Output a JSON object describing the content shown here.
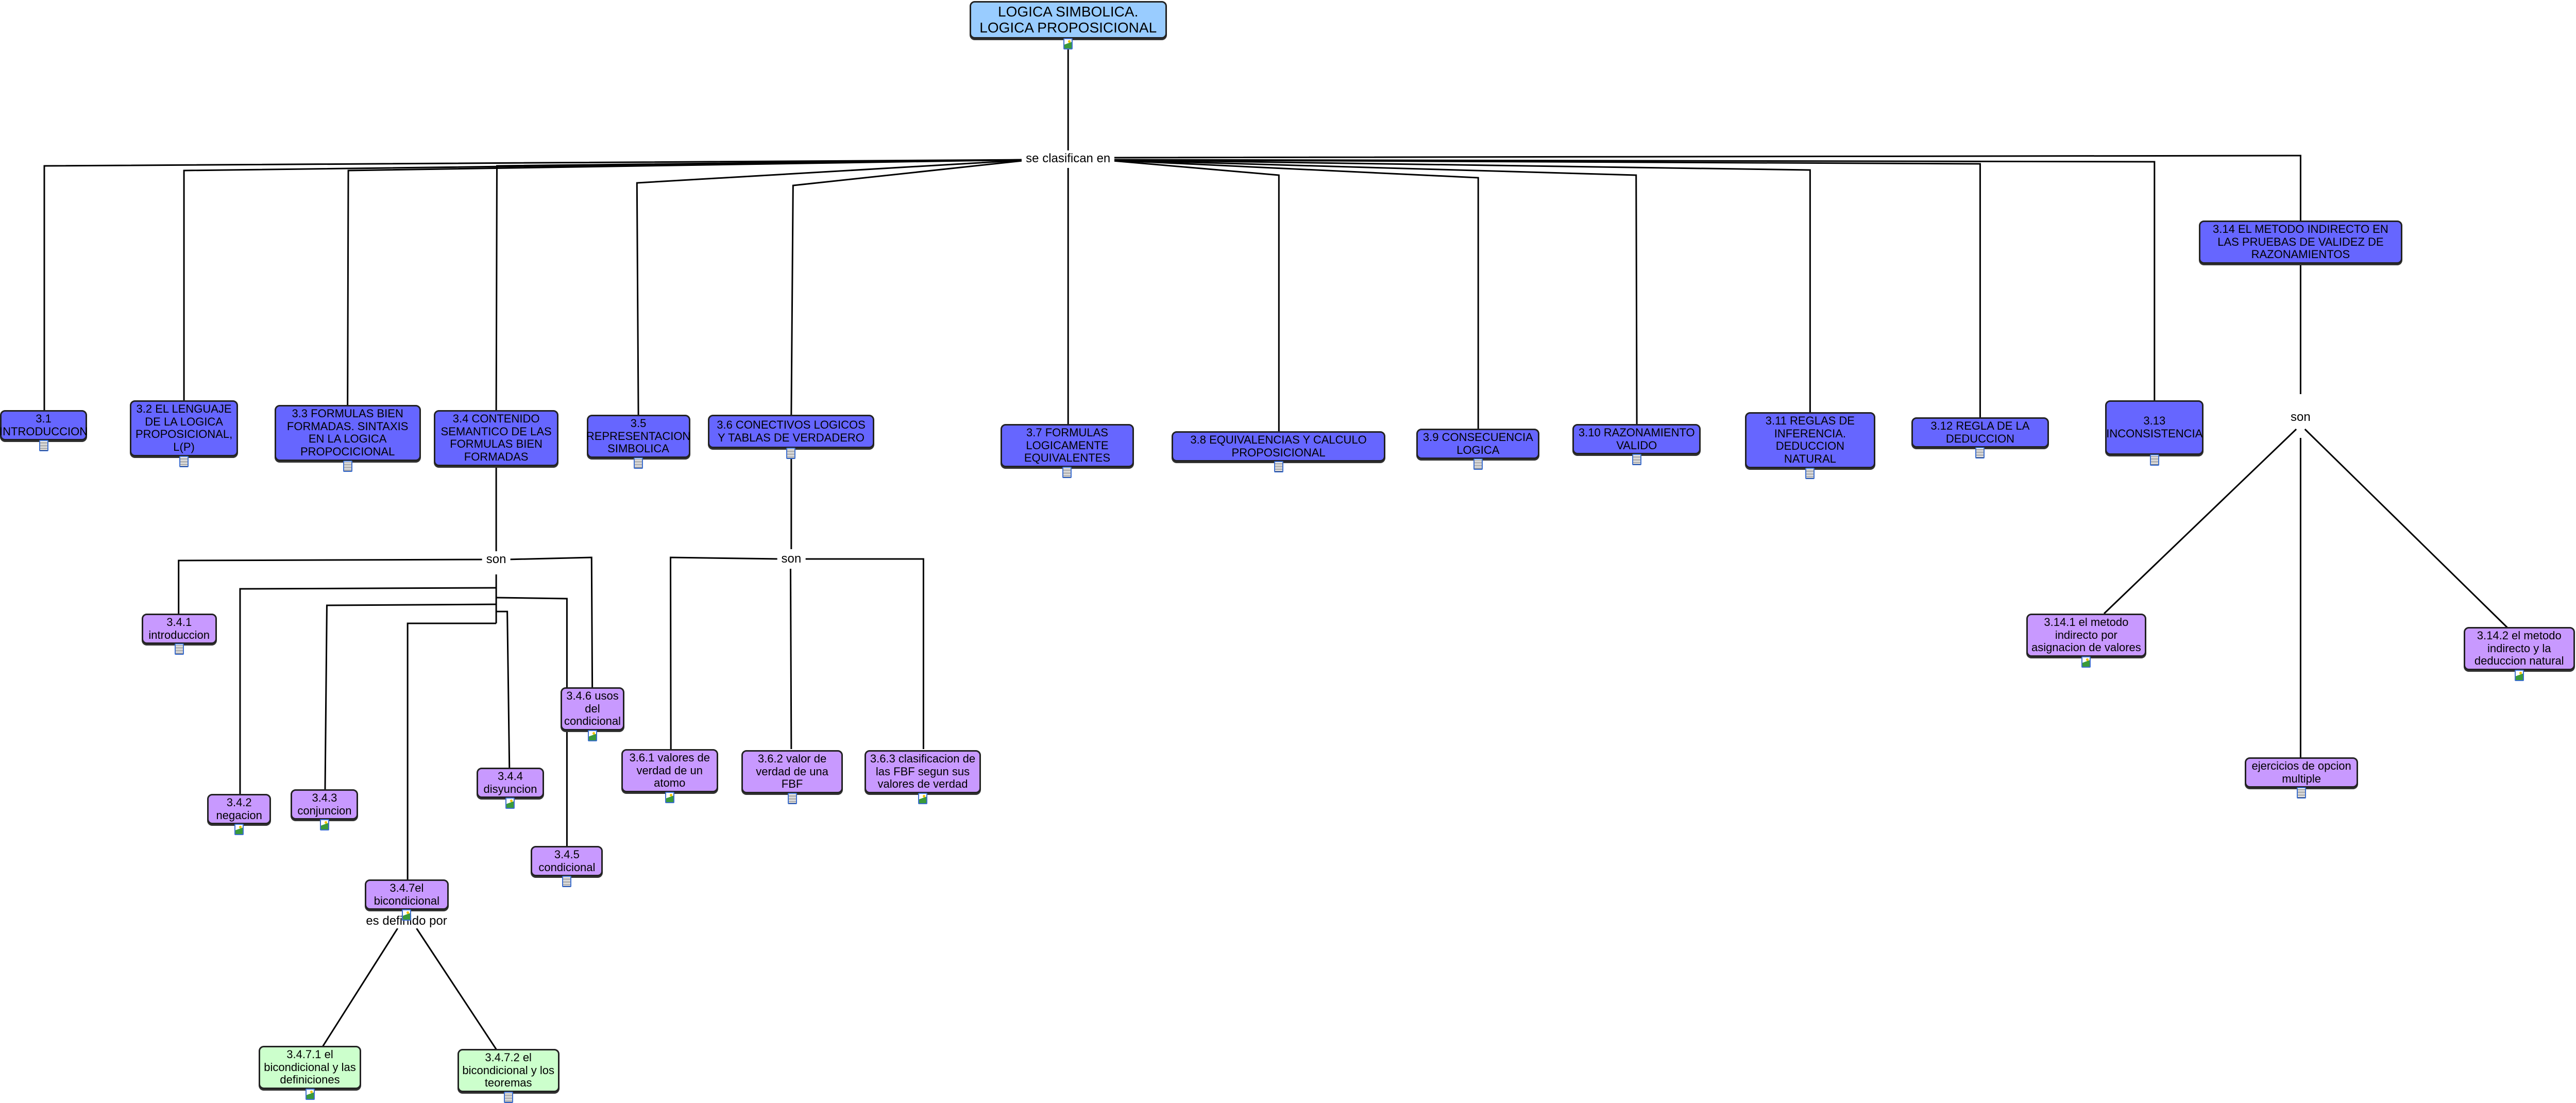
{
  "root": {
    "label": "LOGICA SIMBOLICA. LOGICA PROPOSICIONAL"
  },
  "links": {
    "classify": "se clasifican en",
    "son_34": "son",
    "son_36": "son",
    "son_314": "son",
    "defined_by": "es definido por"
  },
  "topics": [
    {
      "label": "3.1 INTRODUCCION"
    },
    {
      "label": "3.2 EL LENGUAJE DE LA LOGICA PROPOSICIONAL, L(P)"
    },
    {
      "label": "3.3 FORMULAS BIEN FORMADAS. SINTAXIS EN LA LOGICA PROPOCICIONAL"
    },
    {
      "label": "3.4 CONTENIDO SEMANTICO DE LAS FORMULAS BIEN FORMADAS"
    },
    {
      "label": "3.5 REPRESENTACION SIMBOLICA"
    },
    {
      "label": "3.6 CONECTIVOS LOGICOS Y TABLAS DE VERDADERO"
    },
    {
      "label": "3.7 FORMULAS LOGICAMENTE EQUIVALENTES"
    },
    {
      "label": "3.8 EQUIVALENCIAS Y CALCULO PROPOSICIONAL"
    },
    {
      "label": "3.9 CONSECUENCIA LOGICA"
    },
    {
      "label": "3.10 RAZONAMIENTO VALIDO"
    },
    {
      "label": "3.11 REGLAS DE INFERENCIA. DEDUCCION NATURAL"
    },
    {
      "label": "3.12 REGLA DE LA DEDUCCION"
    },
    {
      "label": "3.13 INCONSISTENCIA"
    },
    {
      "label": "3.14 EL METODO INDIRECTO EN LAS PRUEBAS DE VALIDEZ DE RAZONAMIENTOS"
    }
  ],
  "sub_34": [
    {
      "label": "3.4.1 introduccion"
    },
    {
      "label": "3.4.2 negacion"
    },
    {
      "label": "3.4.3 conjuncion"
    },
    {
      "label": "3.4.4 disyuncion"
    },
    {
      "label": "3.4.5 condicional"
    },
    {
      "label": "3.4.6 usos del condicional"
    },
    {
      "label": "3.4.7el bicondicional"
    }
  ],
  "sub_347": [
    {
      "label": "3.4.7.1 el bicondicional y las definiciones"
    },
    {
      "label": "3.4.7.2 el bicondicional y los teoremas"
    }
  ],
  "sub_36": [
    {
      "label": "3.6.1 valores de verdad de un atomo"
    },
    {
      "label": "3.6.2 valor de verdad de una FBF"
    },
    {
      "label": "3.6.3 clasificacion de las FBF segun sus valores de verdad"
    }
  ],
  "sub_314": [
    {
      "label": "3.14.1 el metodo indirecto por asignacion de valores"
    },
    {
      "label": "3.14.2 el metodo indirecto y la deduccion natural"
    },
    {
      "label": "ejercicios de opcion multiple"
    }
  ],
  "colors": {
    "root": "#99ccff",
    "topic": "#6666ff",
    "subtopic": "#c899ff",
    "leaf": "#ccffcc"
  }
}
